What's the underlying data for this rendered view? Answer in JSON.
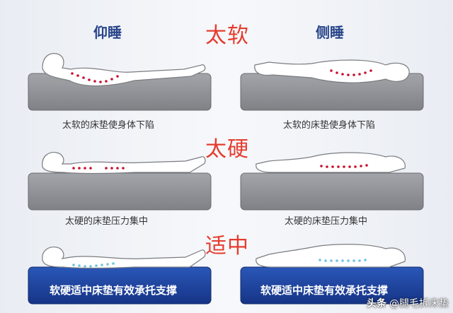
{
  "headers": {
    "supine": "仰睡",
    "side": "侧睡"
  },
  "sections": {
    "too_soft": {
      "title": "太软",
      "caption_left": "太软的床垫使身体下陷",
      "caption_right": "太软的床垫使身体下陷"
    },
    "too_hard": {
      "title": "太硬",
      "caption_left": "太硬的床垫压力集中",
      "caption_right": "太硬的床垫压力集中"
    },
    "moderate": {
      "title": "适中",
      "caption_left": "软硬适中床垫有效承托支撑",
      "caption_right": "软硬适中床垫有效承托支撑"
    }
  },
  "watermark": {
    "logo": "头条",
    "handle": "@腿毛拆床垫"
  },
  "colors": {
    "mattress_gray": "#8e9095",
    "mattress_blue": "#1c3f98",
    "dot_red": "#c8102e",
    "dot_blue": "#6fc3e0",
    "title_red": "#e53c2e",
    "header_blue": "#27448a"
  }
}
